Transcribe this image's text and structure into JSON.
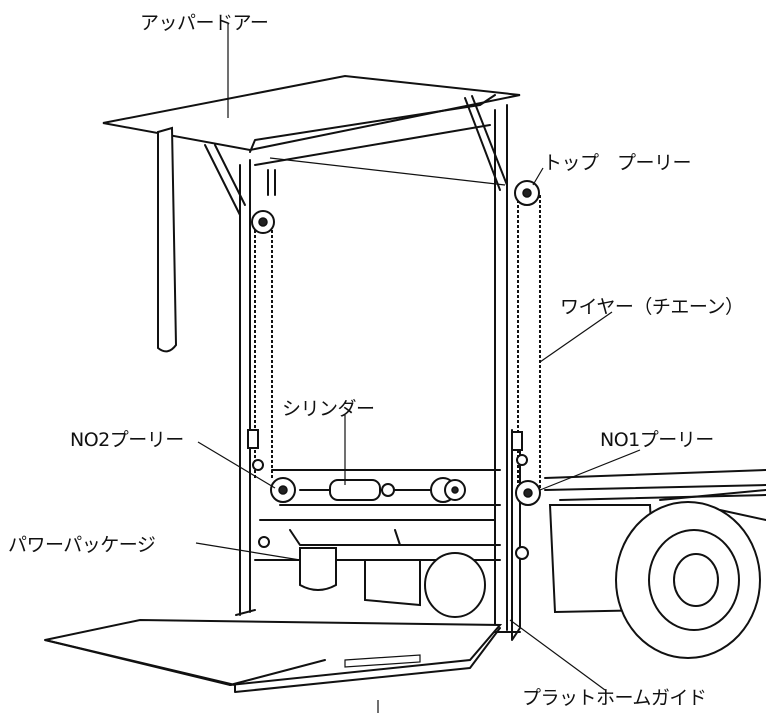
{
  "labels": {
    "upper_door": "アッパードアー",
    "top_pulley": "トップ　プーリー",
    "wire_chain": "ワイヤー（チエーン）",
    "cylinder": "シリンダー",
    "no2_pulley": "NO2プーリー",
    "no1_pulley": "NO1プーリー",
    "power_package": "パワーパッケージ",
    "platform_guide": "プラットホームガイド"
  }
}
